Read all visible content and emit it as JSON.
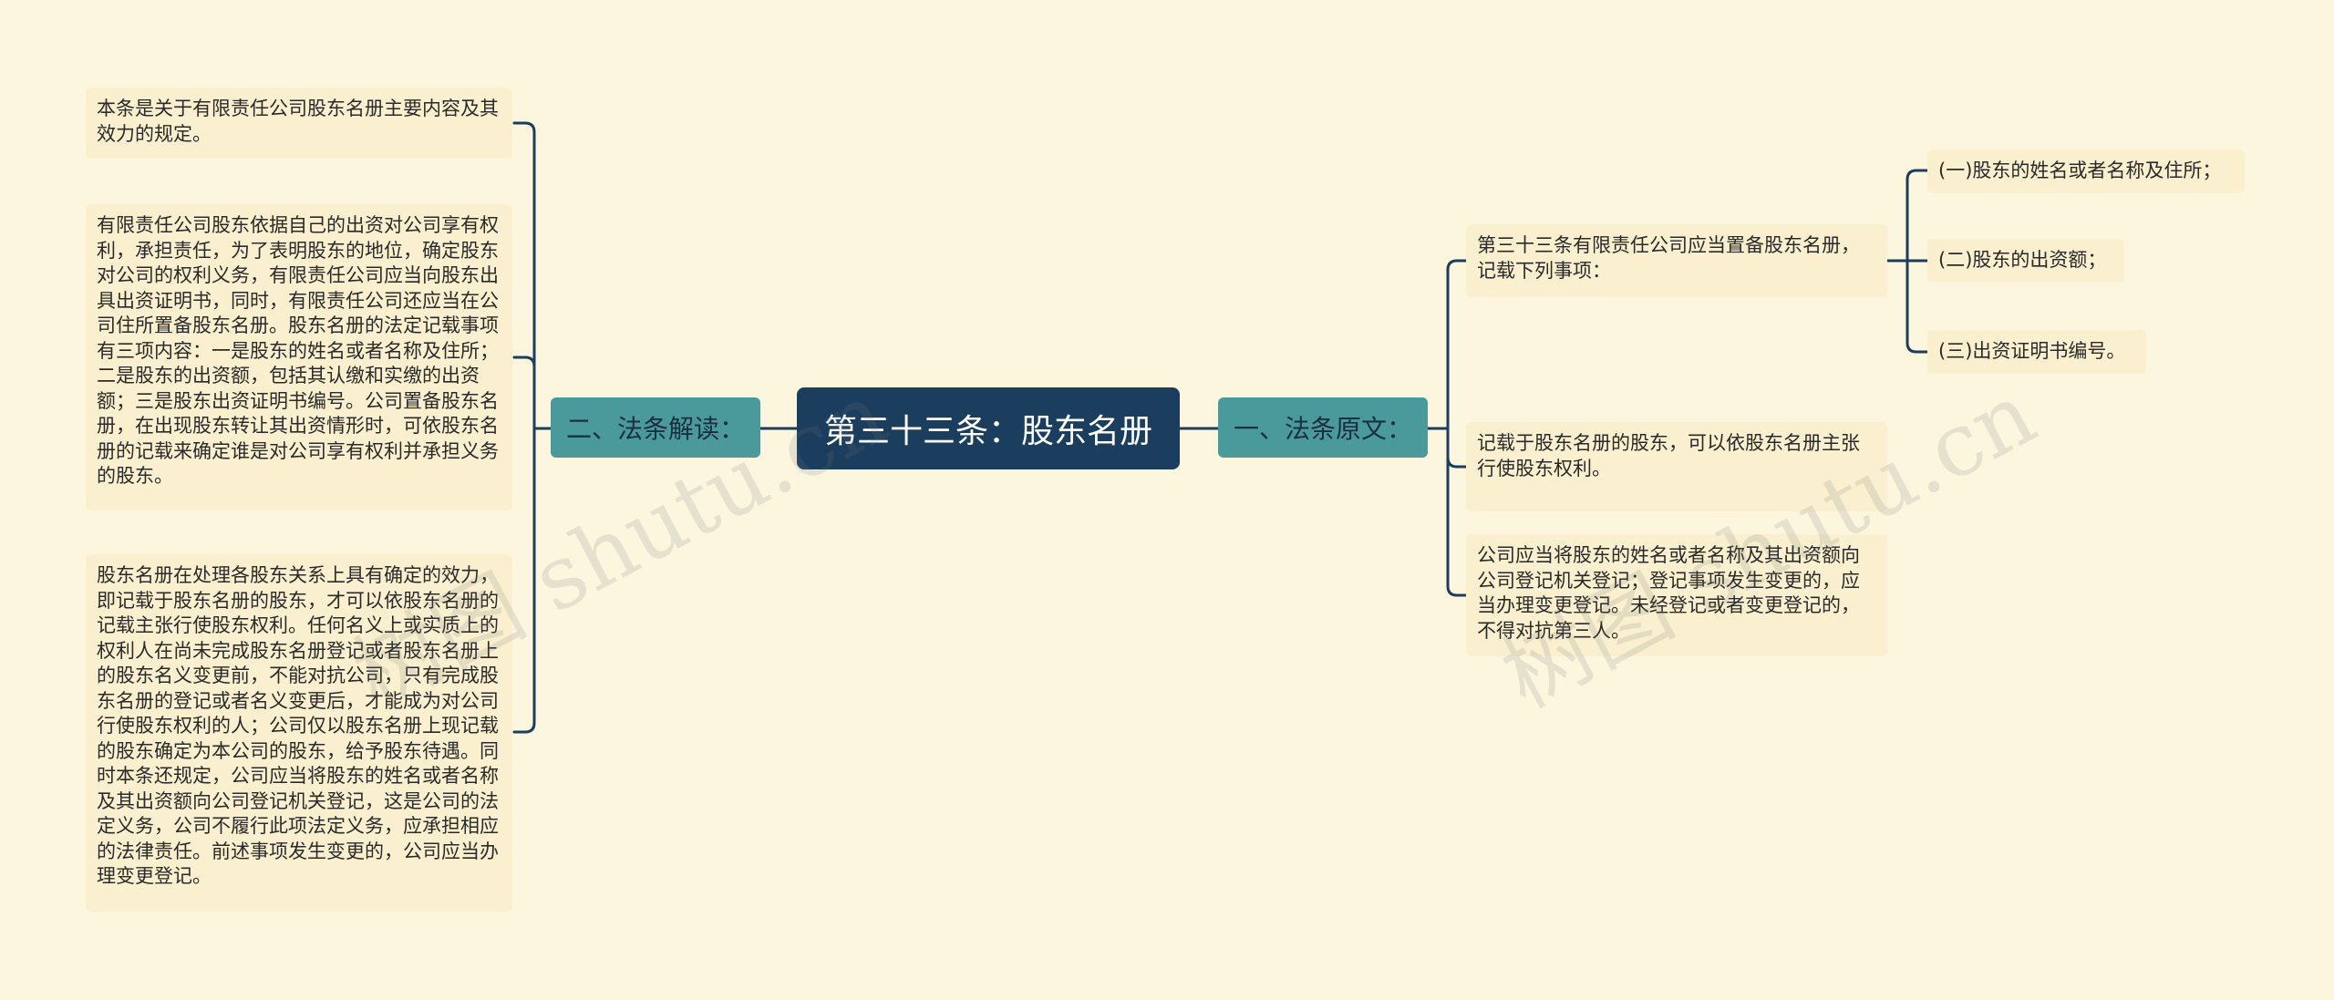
{
  "root": {
    "title": "第三十三条：股东名册"
  },
  "left_branch": {
    "label": "二、法条解读：",
    "items": [
      "本条是关于有限责任公司股东名册主要内容及其效力的规定。",
      "有限责任公司股东依据自己的出资对公司享有权利，承担责任，为了表明股东的地位，确定股东对公司的权利义务，有限责任公司应当向股东出具出资证明书，同时，有限责任公司还应当在公司住所置备股东名册。股东名册的法定记载事项有三项内容：一是股东的姓名或者名称及住所；二是股东的出资额，包括其认缴和实缴的出资额；三是股东出资证明书编号。公司置备股东名册，在出现股东转让其出资情形时，可依股东名册的记载来确定谁是对公司享有权利并承担义务的股东。",
      "股东名册在处理各股东关系上具有确定的效力，即记载于股东名册的股东，才可以依股东名册的记载主张行使股东权利。任何名义上或实质上的权利人在尚未完成股东名册登记或者股东名册上的股东名义变更前，不能对抗公司，只有完成股东名册的登记或者名义变更后，才能成为对公司行使股东权利的人；公司仅以股东名册上现记载的股东确定为本公司的股东，给予股东待遇。同时本条还规定，公司应当将股东的姓名或者名称及其出资额向公司登记机关登记，这是公司的法定义务，公司不履行此项法定义务，应承担相应的法律责任。前述事项发生变更的，公司应当办理变更登记。"
    ]
  },
  "right_branch": {
    "label": "一、法条原文：",
    "items": [
      "第三十三条有限责任公司应当置备股东名册，记载下列事项：",
      "记载于股东名册的股东，可以依股东名册主张行使股东权利。",
      "公司应当将股东的姓名或者名称及其出资额向公司登记机关登记；登记事项发生变更的，应当办理变更登记。未经登记或者变更登记的，不得对抗第三人。"
    ],
    "sub_items": [
      "(一)股东的姓名或者名称及住所；",
      "(二)股东的出资额；",
      "(三)出资证明书编号。"
    ]
  },
  "watermarks": [
    "树图 shutu.cn",
    "树图 shutu.cn"
  ],
  "colors": {
    "background": "#fcf6df",
    "root": "#1c3e5e",
    "branch": "#4a9a9c",
    "leaf": "#faf0cf",
    "line": "#1c3e5e"
  }
}
